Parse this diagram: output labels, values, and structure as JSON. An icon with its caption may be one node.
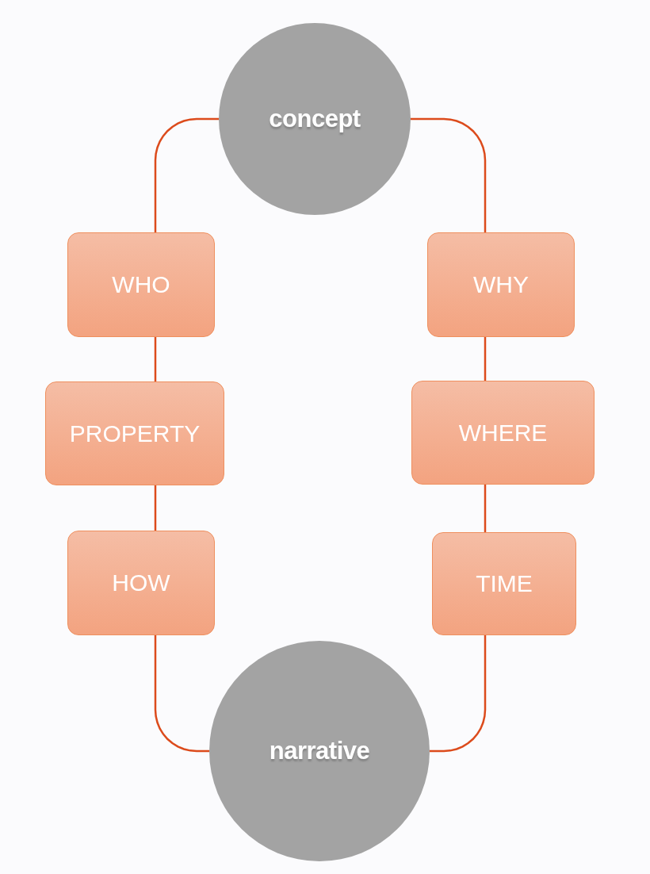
{
  "diagram": {
    "nodes": [
      {
        "text": [
          "concept"
        ]
      },
      {
        "text": [
          "WHO"
        ]
      },
      {
        "text": [
          "WHY"
        ]
      },
      {
        "text": [
          "PROPERTY"
        ]
      },
      {
        "text": [
          "WHERE"
        ]
      },
      {
        "text": [
          "HOW"
        ]
      },
      {
        "text": [
          "TIME"
        ]
      },
      {
        "text": [
          "narrative"
        ]
      }
    ],
    "edges": [
      {
        "from": 0,
        "to": 1,
        "arrow": "none"
      },
      {
        "from": 1,
        "to": 3,
        "arrow": "none"
      },
      {
        "from": 3,
        "to": 5,
        "arrow": "none"
      },
      {
        "from": 5,
        "to": 7,
        "arrow": "none"
      },
      {
        "from": 0,
        "to": 2,
        "arrow": "none"
      },
      {
        "from": 2,
        "to": 4,
        "arrow": "none"
      },
      {
        "from": 4,
        "to": 6,
        "arrow": "none"
      },
      {
        "from": 6,
        "to": 7,
        "arrow": "none"
      }
    ]
  }
}
